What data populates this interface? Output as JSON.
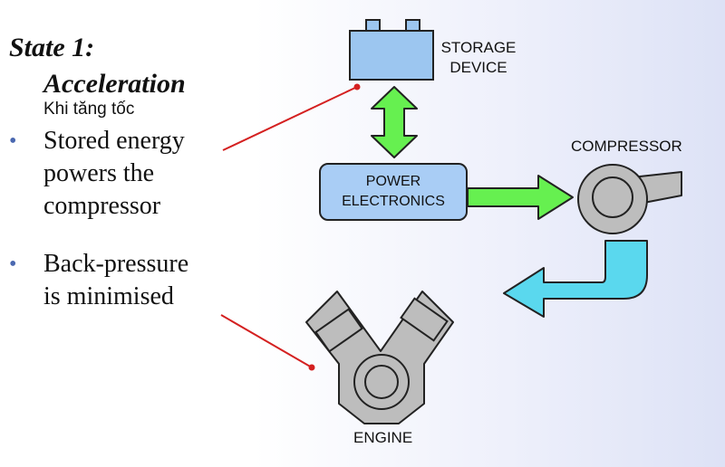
{
  "slide": {
    "state_title": "State 1:",
    "state_name": "Acceleration",
    "state_caption": "Khi tăng tốc",
    "bullets": [
      {
        "lines": [
          "Stored energy",
          "powers the",
          "compressor"
        ]
      },
      {
        "lines": [
          "Back-pressure",
          "is minimised"
        ]
      }
    ]
  },
  "diagram": {
    "storage_label_line1": "STORAGE",
    "storage_label_line2": "DEVICE",
    "power_electronics_line1": "POWER",
    "power_electronics_line2": "ELECTRONICS",
    "compressor_label": "COMPRESSOR",
    "engine_label": "ENGINE"
  },
  "colors": {
    "battery_fill": "#9cc6f0",
    "power_box_fill": "#a9cdf5",
    "green_arrow": "#66f050",
    "cyan_arrow": "#5ad8ee",
    "gray_part": "#bdbdbd",
    "pointer_line": "#d42020",
    "bullet_dot": "#4a68b0"
  }
}
